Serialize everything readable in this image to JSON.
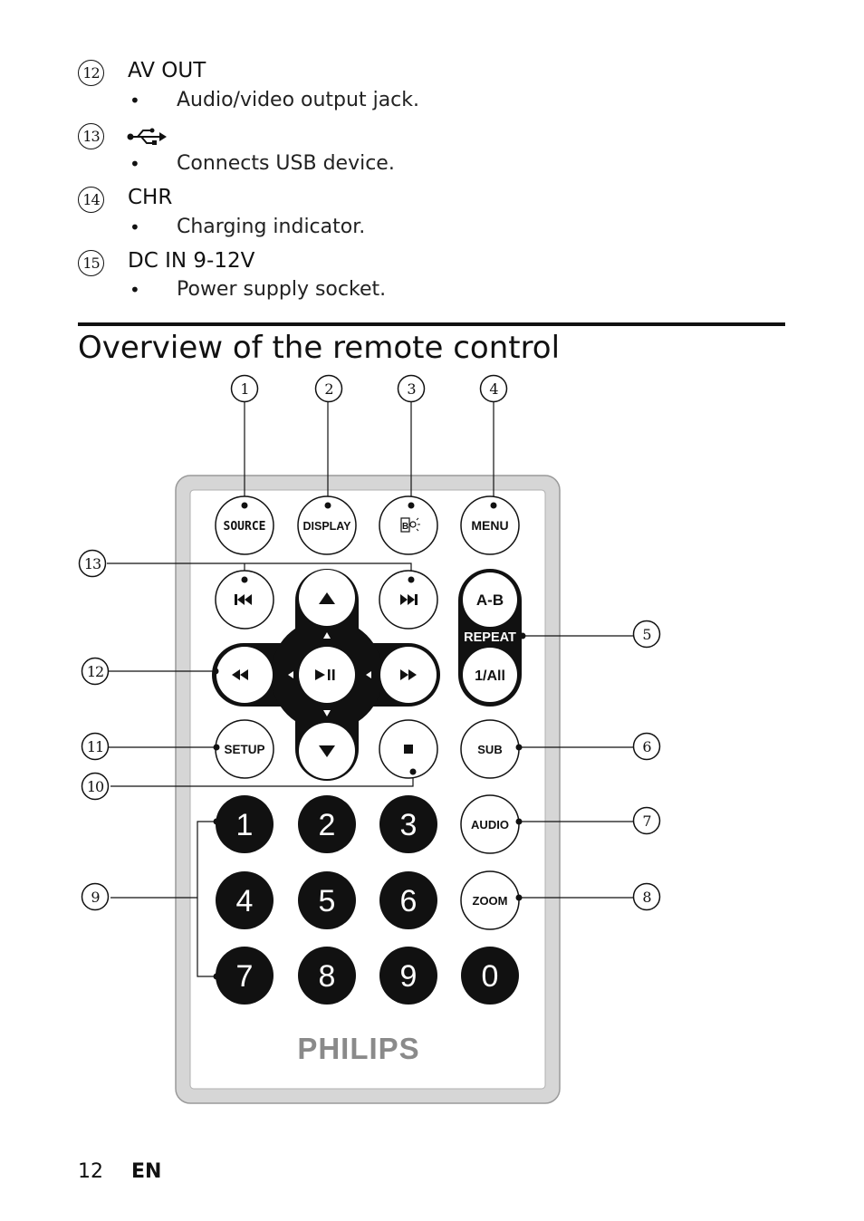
{
  "items": [
    {
      "num": "12",
      "title": "AV OUT",
      "desc": "Audio/video output jack."
    },
    {
      "num": "13",
      "title": "",
      "icon": "usb-icon",
      "desc": "Connects USB device."
    },
    {
      "num": "14",
      "title": "CHR",
      "desc": "Charging indicator."
    },
    {
      "num": "15",
      "title": "DC IN 9-12V",
      "desc": "Power supply socket."
    }
  ],
  "heading": "Overview of the remote control",
  "remote": {
    "callouts": [
      "1",
      "2",
      "3",
      "4",
      "5",
      "6",
      "7",
      "8",
      "9",
      "10",
      "11",
      "12",
      "13"
    ],
    "buttons": {
      "source": "SOURCE",
      "display": "DISPLAY",
      "menu": "MENU",
      "ab": "A-B",
      "repeat": "REPEAT",
      "oneall": "1/All",
      "setup": "SETUP",
      "sub": "SUB",
      "audio": "AUDIO",
      "zoom": "ZOOM",
      "digits": [
        "1",
        "2",
        "3",
        "4",
        "5",
        "6",
        "7",
        "8",
        "9",
        "0"
      ]
    },
    "brand": "PHILIPS"
  },
  "footer": {
    "page": "12",
    "lang": "EN"
  }
}
